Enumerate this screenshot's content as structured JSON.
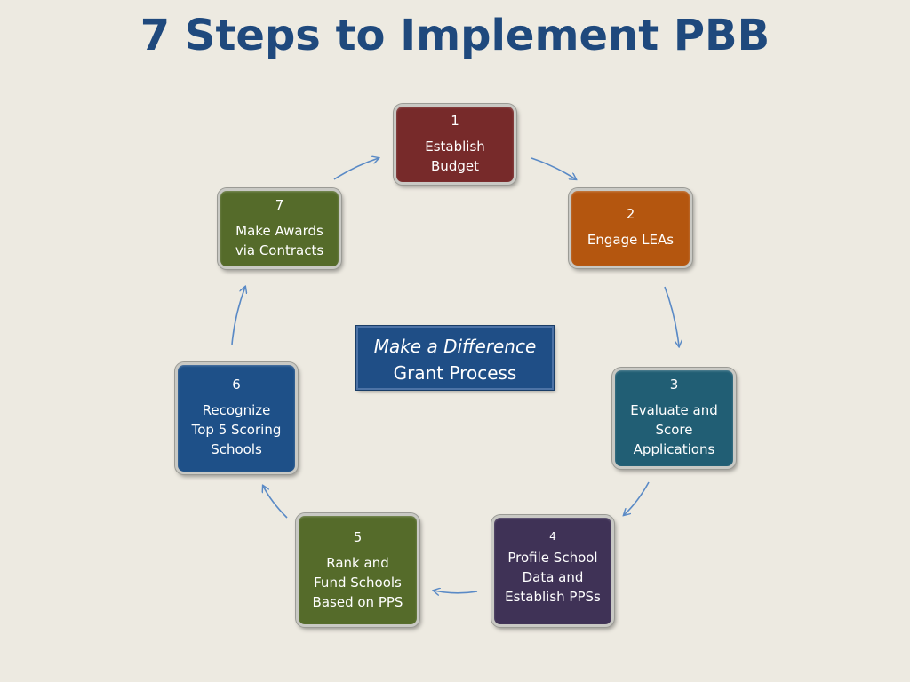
{
  "title": "7 Steps to Implement PBB",
  "center": {
    "line1": "Make a Difference",
    "line2": "Grant Process"
  },
  "steps": [
    {
      "number": "1",
      "label": "Establish\nBudget",
      "color": "#772a2a"
    },
    {
      "number": "2",
      "label": "Engage LEAs",
      "color": "#b4560f"
    },
    {
      "number": "3",
      "label": "Evaluate and\nScore\nApplications",
      "color": "#215e74"
    },
    {
      "number": "4",
      "label": "Profile School\nData and\nEstablish PPSs",
      "color": "#3f3256"
    },
    {
      "number": "5",
      "label": "Rank and\nFund Schools\nBased on PPS",
      "color": "#556b2a"
    },
    {
      "number": "6",
      "label": "Recognize\nTop 5 Scoring\nSchools",
      "color": "#1e5088"
    },
    {
      "number": "7",
      "label": "Make Awards\nvia Contracts",
      "color": "#556b2a"
    }
  ],
  "colors": {
    "background": "#edeae1",
    "title": "#1f497d",
    "arrow": "#5a8ac6"
  }
}
